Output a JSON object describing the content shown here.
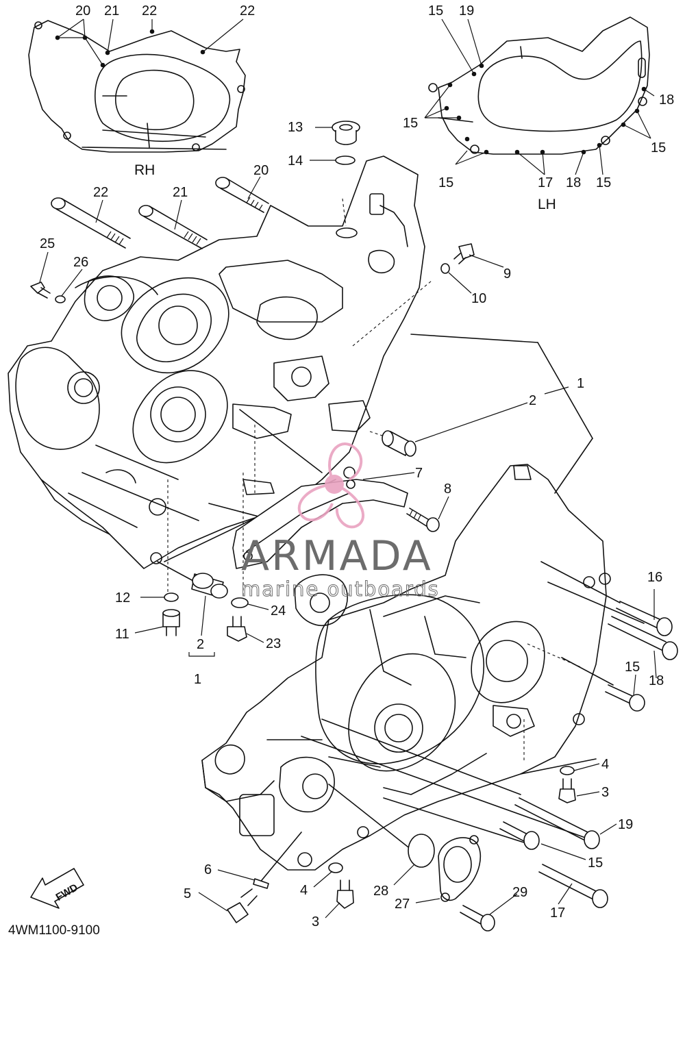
{
  "diagram": {
    "part_code": "4WM1100-9100",
    "rh_label": "RH",
    "lh_label": "LH",
    "fwd_label": "FWD",
    "watermark": {
      "title": "ARMADA",
      "subtitle": "marine outboards",
      "color": "#e9a2c0"
    },
    "callouts": {
      "c20rh": "20",
      "c21rh": "21",
      "c22rh_a": "22",
      "c22rh_b": "22",
      "c15lh_a": "15",
      "c19lh": "19",
      "c18lh_a": "18",
      "c15lh_b": "15",
      "c15lh_c": "15",
      "c15lh_d": "15",
      "c17lh": "17",
      "c18lh_b": "18",
      "c15lh_e": "15",
      "c13": "13",
      "c14": "14",
      "c20": "20",
      "c22": "22",
      "c21": "21",
      "c25": "25",
      "c26": "26",
      "c9": "9",
      "c10": "10",
      "c1a": "1",
      "c2a": "2",
      "c7": "7",
      "c8": "8",
      "c12": "12",
      "c11": "11",
      "c24": "24",
      "c23": "23",
      "c2b": "2",
      "c1b": "1",
      "c16": "16",
      "c18": "18",
      "c15a": "15",
      "c4a": "4",
      "c3a": "3",
      "c19": "19",
      "c15b": "15",
      "c17": "17",
      "c6": "6",
      "c5": "5",
      "c4b": "4",
      "c3b": "3",
      "c28": "28",
      "c27": "27",
      "c29": "29"
    }
  }
}
